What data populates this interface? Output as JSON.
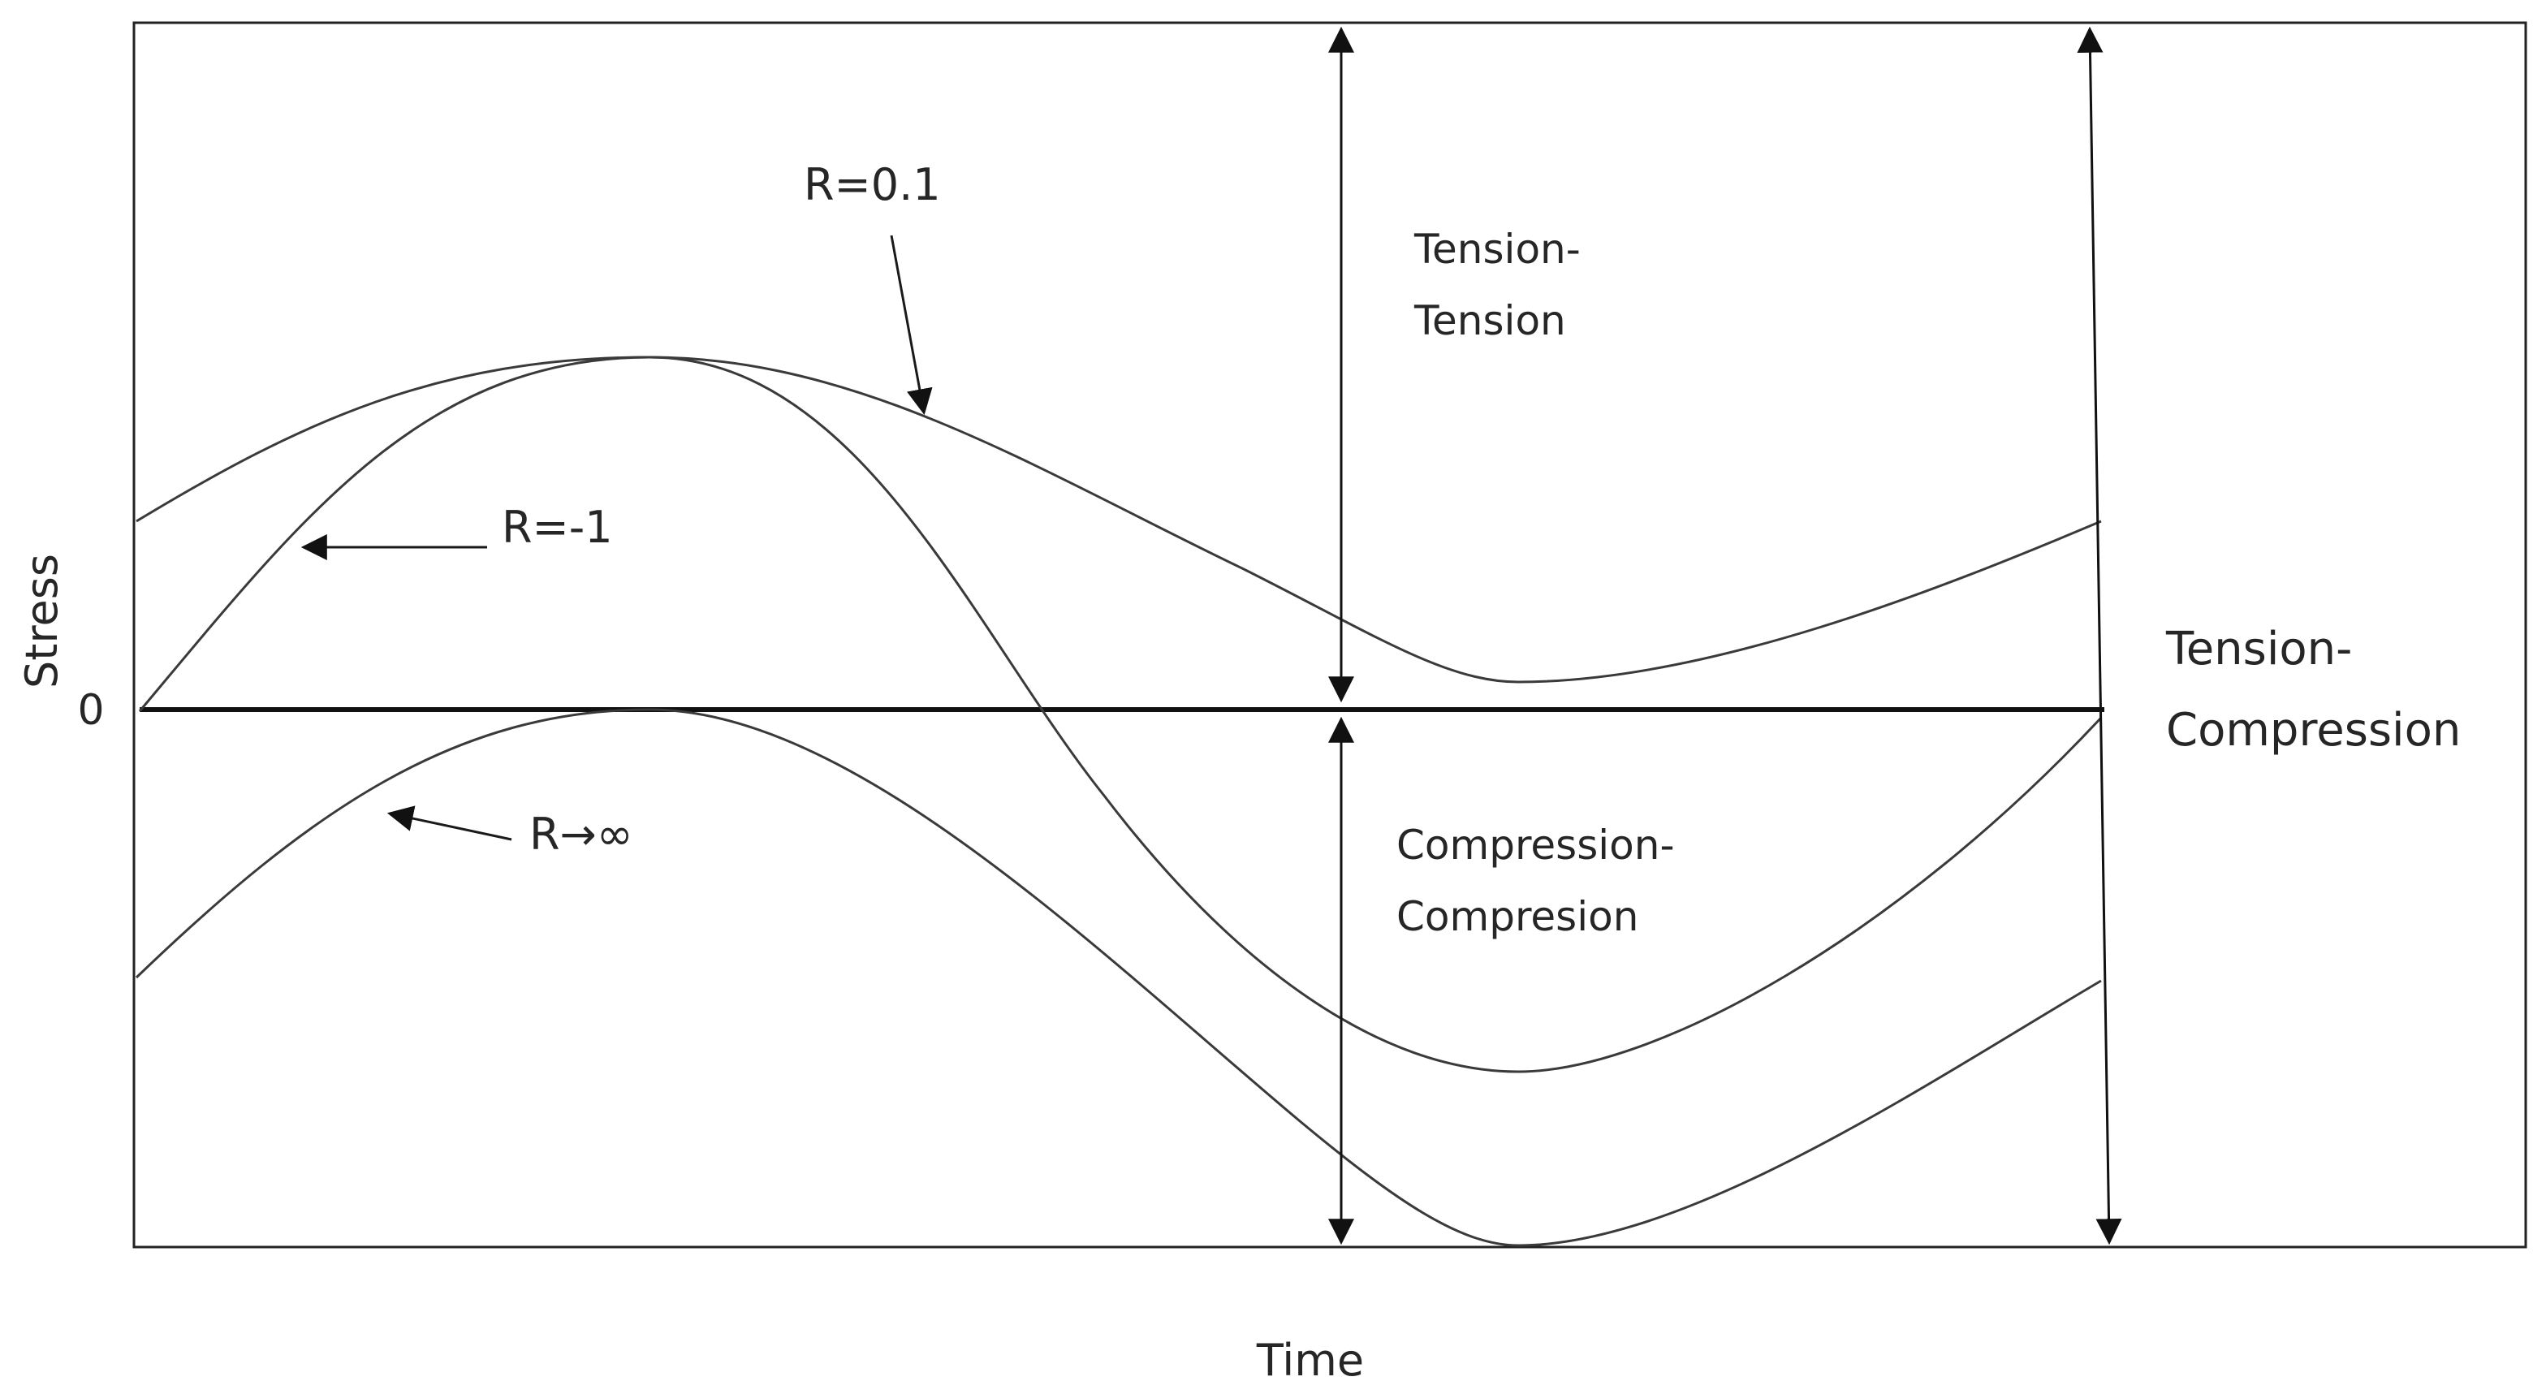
{
  "axes": {
    "y_label": "Stress",
    "x_label": "Time",
    "zero_label": "0"
  },
  "curves": {
    "r01": {
      "label": "R=0.1"
    },
    "rneg1": {
      "label": "R=-1"
    },
    "rinf": {
      "label": "R→∞"
    }
  },
  "regions": {
    "tension_tension": {
      "line1": "Tension-",
      "line2": "Tension"
    },
    "compression_compression": {
      "line1": "Compression-",
      "line2": "Compresion"
    },
    "tension_compression": {
      "line1": "Tension-",
      "line2": "Compression"
    }
  },
  "colors": {
    "curve": "#3a3a3a",
    "frame": "#222222",
    "text": "#262626",
    "background": "#ffffff"
  }
}
